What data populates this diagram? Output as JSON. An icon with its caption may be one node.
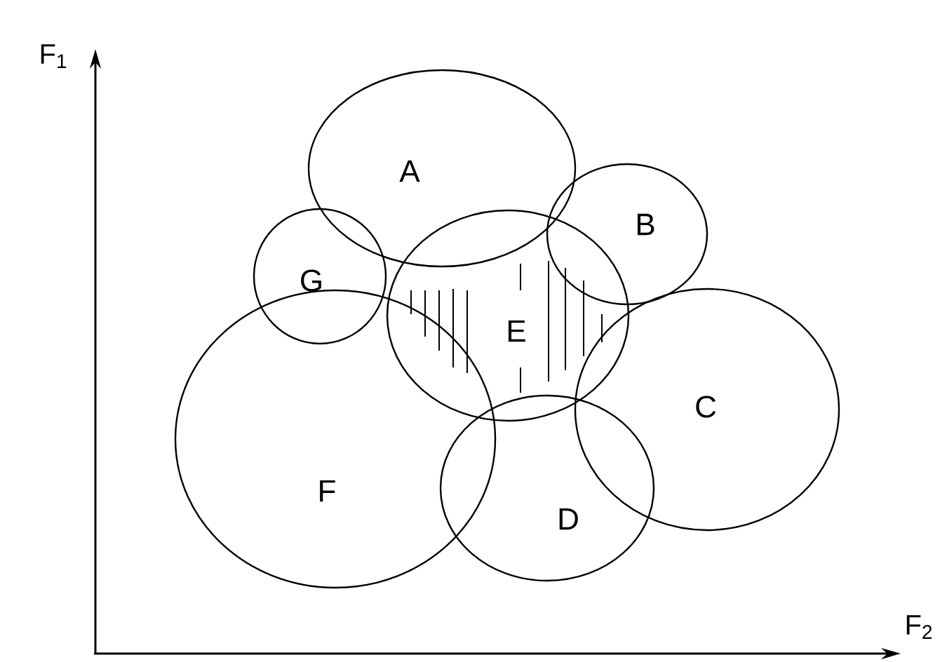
{
  "diagram": {
    "nodes": [
      {
        "text": [
          "A"
        ]
      },
      {
        "text": [
          "B"
        ]
      },
      {
        "text": [
          "G"
        ]
      },
      {
        "text": [
          "E"
        ]
      },
      {
        "text": [
          "C"
        ]
      },
      {
        "text": [
          "F"
        ]
      },
      {
        "text": [
          "D"
        ]
      }
    ],
    "labels": [
      "F$_{1}$",
      "F$_{2}$"
    ]
  }
}
